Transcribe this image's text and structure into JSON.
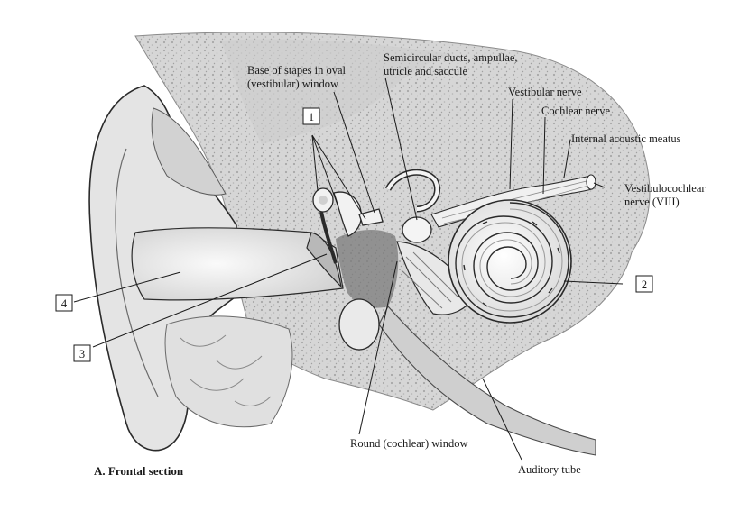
{
  "figure": {
    "caption": "A. Frontal section",
    "labels": {
      "base_of_stapes_line1": "Base of stapes in oval",
      "base_of_stapes_line2": "(vestibular) window",
      "semicircular_line1": "Semicircular ducts, ampullae,",
      "semicircular_line2": "utricle and saccule",
      "vestibular_nerve": "Vestibular nerve",
      "cochlear_nerve": "Cochlear nerve",
      "internal_acoustic_meatus": "Internal acoustic meatus",
      "vestibulocochlear_line1": "Vestibulocochlear",
      "vestibulocochlear_line2": "nerve (VIII)",
      "round_window": "Round (cochlear) window",
      "auditory_tube": "Auditory tube"
    },
    "numbered_boxes": {
      "box1": "1",
      "box2": "2",
      "box3": "3",
      "box4": "4"
    },
    "colors": {
      "bone": "#d9d9d9",
      "bone_dark": "#bdbdbd",
      "canal": "#eeeeee",
      "ink": "#2a2a2a"
    }
  }
}
